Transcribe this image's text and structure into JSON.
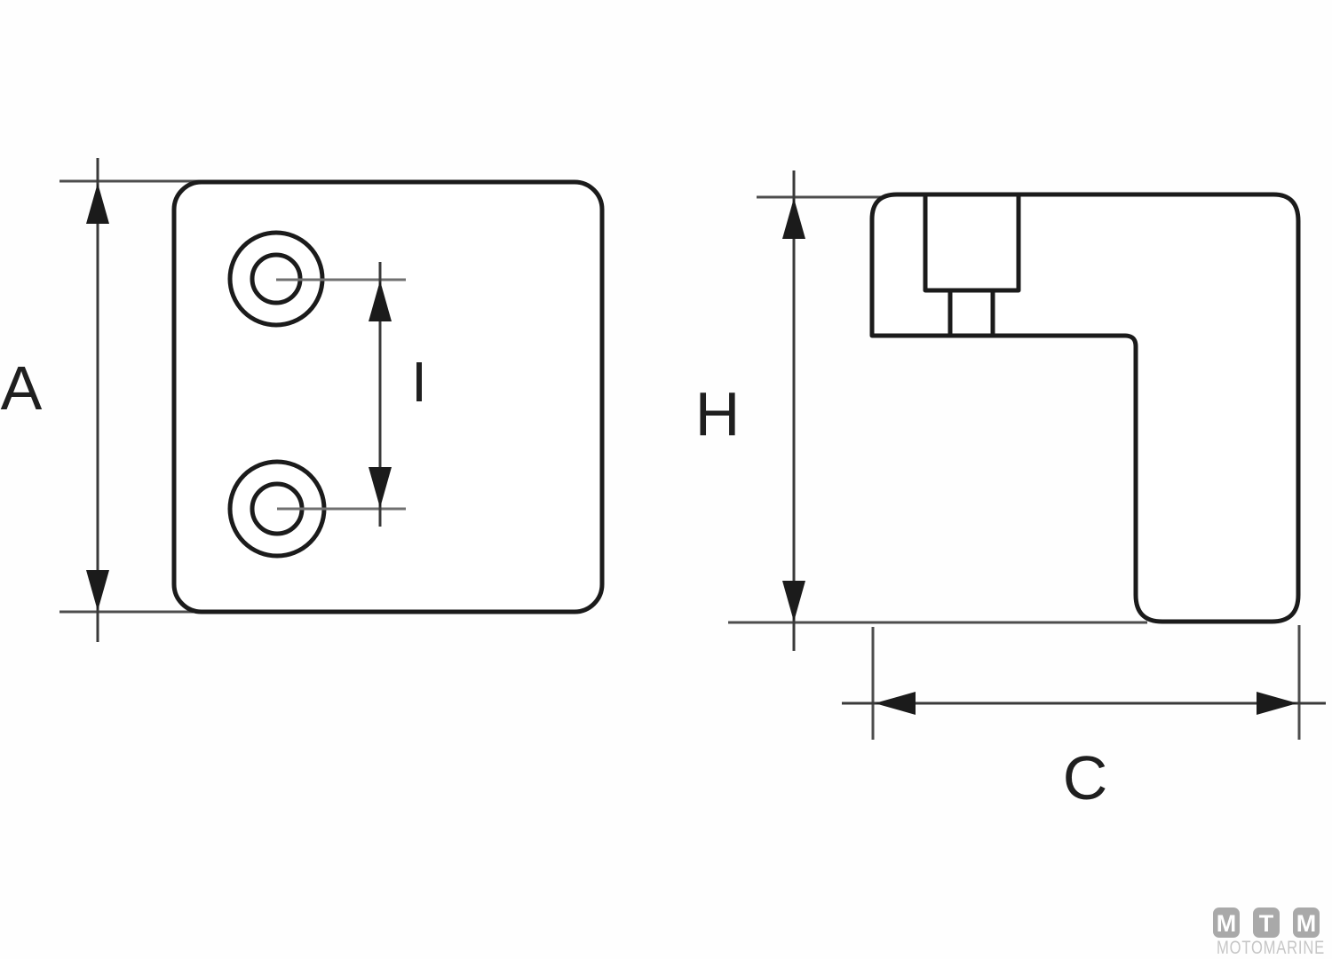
{
  "colors": {
    "background": "#fefefe",
    "outline": "#1b1b1b",
    "dimension": "#3a3a3a",
    "extension": "#4d4d4d",
    "centerline": "#707070",
    "arrow": "#1b1b1b",
    "label": "#1f1f1f",
    "logo_tile": "#a9a9a9",
    "logo_letter": "#ffffff",
    "logo_wordmark": "#c6c6c6"
  },
  "front_view": {
    "label_overall_height": "A",
    "label_hole_spacing": "I"
  },
  "side_view": {
    "label_overall_height": "H",
    "label_overall_depth": "C"
  },
  "logo": {
    "tiles": [
      "M",
      "T",
      "M"
    ],
    "wordmark": "MOTOMARINE"
  }
}
